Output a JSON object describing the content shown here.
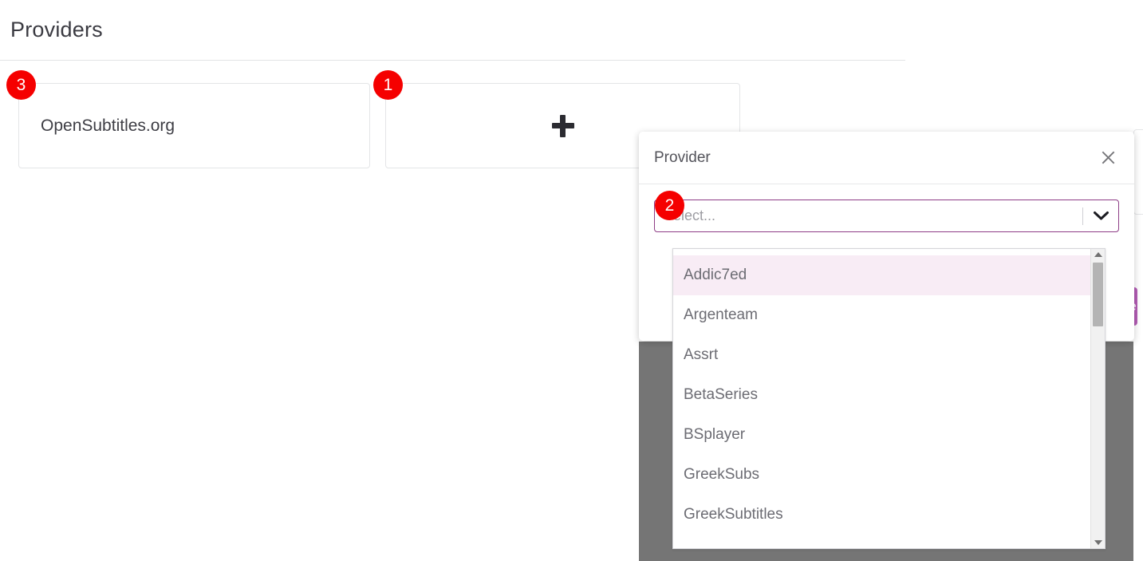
{
  "page": {
    "title": "Providers"
  },
  "providers": {
    "cards": [
      {
        "label": "OpenSubtitles.org"
      }
    ],
    "add_card": {
      "icon": "plus-icon",
      "label": ""
    }
  },
  "modal": {
    "title": "Provider",
    "close_icon": "close-icon",
    "select": {
      "placeholder": "Select...",
      "value": "",
      "arrow_icon": "chevron-down-icon",
      "border_color": "#8e3d86"
    },
    "save_button": {
      "label": "Save",
      "color": "#b35cb5"
    }
  },
  "dropdown": {
    "focused_index": 0,
    "highlight_color": "#f8ecf5",
    "scrollbar": {
      "up_icon": "scroll-up-arrow-icon",
      "down_icon": "scroll-down-arrow-icon"
    },
    "options": [
      {
        "label": "Addic7ed"
      },
      {
        "label": "Argenteam"
      },
      {
        "label": "Assrt"
      },
      {
        "label": "BetaSeries"
      },
      {
        "label": "BSplayer"
      },
      {
        "label": "GreekSubs"
      },
      {
        "label": "GreekSubtitles"
      }
    ]
  },
  "badges": [
    {
      "number": "3"
    },
    {
      "number": "1"
    },
    {
      "number": "2"
    }
  ],
  "colors": {
    "badge": "#f50000",
    "accent": "#8e3d86",
    "backdrop": "#757575"
  }
}
